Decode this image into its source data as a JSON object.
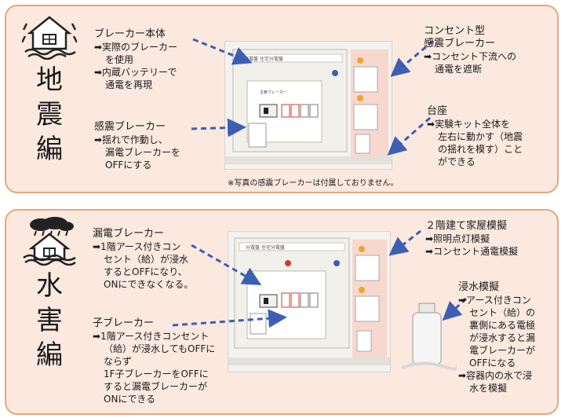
{
  "earthquake": {
    "title_chars": [
      "地",
      "震",
      "編"
    ],
    "panel_label": "分電盤 住宅分電盤",
    "breaker_label": "主幹ブレーカー",
    "breaker_body": {
      "heading": "ブレーカー本体",
      "lines": [
        "➡実際のブレーカー",
        "を使用",
        "➡内蔵バッテリーで",
        "通電を再現"
      ]
    },
    "seismic_breaker": {
      "heading": "感震ブレーカー",
      "lines": [
        "➡揺れで作動し、",
        "漏電ブレーカーを",
        "OFFにする"
      ]
    },
    "outlet_seismic": {
      "heading": "コンセント型",
      "lines": [
        "感震ブレーカー",
        "➡コンセント下流への",
        "通電を遮断"
      ]
    },
    "base": {
      "heading": "台座",
      "lines": [
        "➡実験キット全体を",
        "左右に動かす（地震",
        "の揺れを模す）こと",
        "ができる"
      ]
    },
    "note": "※写真の感震ブレーカーは付属しておりません。"
  },
  "flood": {
    "title_chars": [
      "水",
      "害",
      "編"
    ],
    "panel_label": "分電盤 住宅分電盤",
    "leak_breaker": {
      "heading": "漏電ブレーカー",
      "lines": [
        "➡1階アース付きコン",
        "セント（給）が浸水",
        "するとOFFになり、",
        "ONにできなくなる。"
      ]
    },
    "child_breaker": {
      "heading": "子ブレーカー",
      "lines": [
        "➡1階アース付きコンセント",
        "（給）が浸水してもOFFに",
        "ならず",
        "1F子ブレーカーをOFFに",
        "すると漏電ブレーカーが",
        "ONにできる"
      ]
    },
    "two_story": {
      "heading": "２階建て家屋模擬",
      "lines": [
        "➡照明点灯模擬",
        "➡コンセント通電模擬"
      ]
    },
    "flooding": {
      "heading": "浸水模擬",
      "lines": [
        "➡アース付きコン",
        "セント（給）の",
        "裏側にある電極",
        "が浸水すると漏",
        "電ブレーカーが",
        "OFFになる",
        "➡容器内の水で浸",
        "水を模擬"
      ]
    }
  },
  "colors": {
    "border": "#e8a77a",
    "panel_bg": "#fbe9df",
    "arrow": "#3d5fb3",
    "accent_red": "#d43a2a"
  }
}
